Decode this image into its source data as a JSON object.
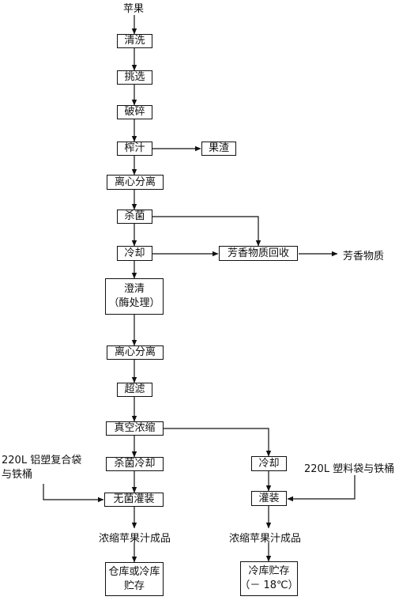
{
  "nodes": {
    "apple": "苹果",
    "wash": "清洗",
    "sort": "挑选",
    "crush": "破碎",
    "press": "榨汁",
    "pomace": "果渣",
    "centrifuge1": "离心分离",
    "sterilize": "杀菌",
    "cool1": "冷却",
    "aroma_recovery": "芳香物质回收",
    "aroma": "芳香物质",
    "clarify_line1": "澄清",
    "clarify_line2": "（酶处理）",
    "centrifuge2": "离心分离",
    "ultrafilter": "超滤",
    "vacuum_concentrate": "真空浓缩",
    "sterilize_cool": "杀菌冷却",
    "cool2": "冷却",
    "left_material_line1": "220L 铝塑复合袋",
    "left_material_line2": "与铁桶",
    "right_material": "220L 塑料袋与铁桶",
    "aseptic_fill": "无菌灌装",
    "fill": "灌装",
    "product_left": "浓缩苹果汁成品",
    "product_right": "浓缩苹果汁成品",
    "storage_left_line1": "仓库或冷库",
    "storage_left_line2": "贮存",
    "storage_right_line1": "冷库贮存",
    "storage_right_line2": "（－ 18℃）"
  }
}
